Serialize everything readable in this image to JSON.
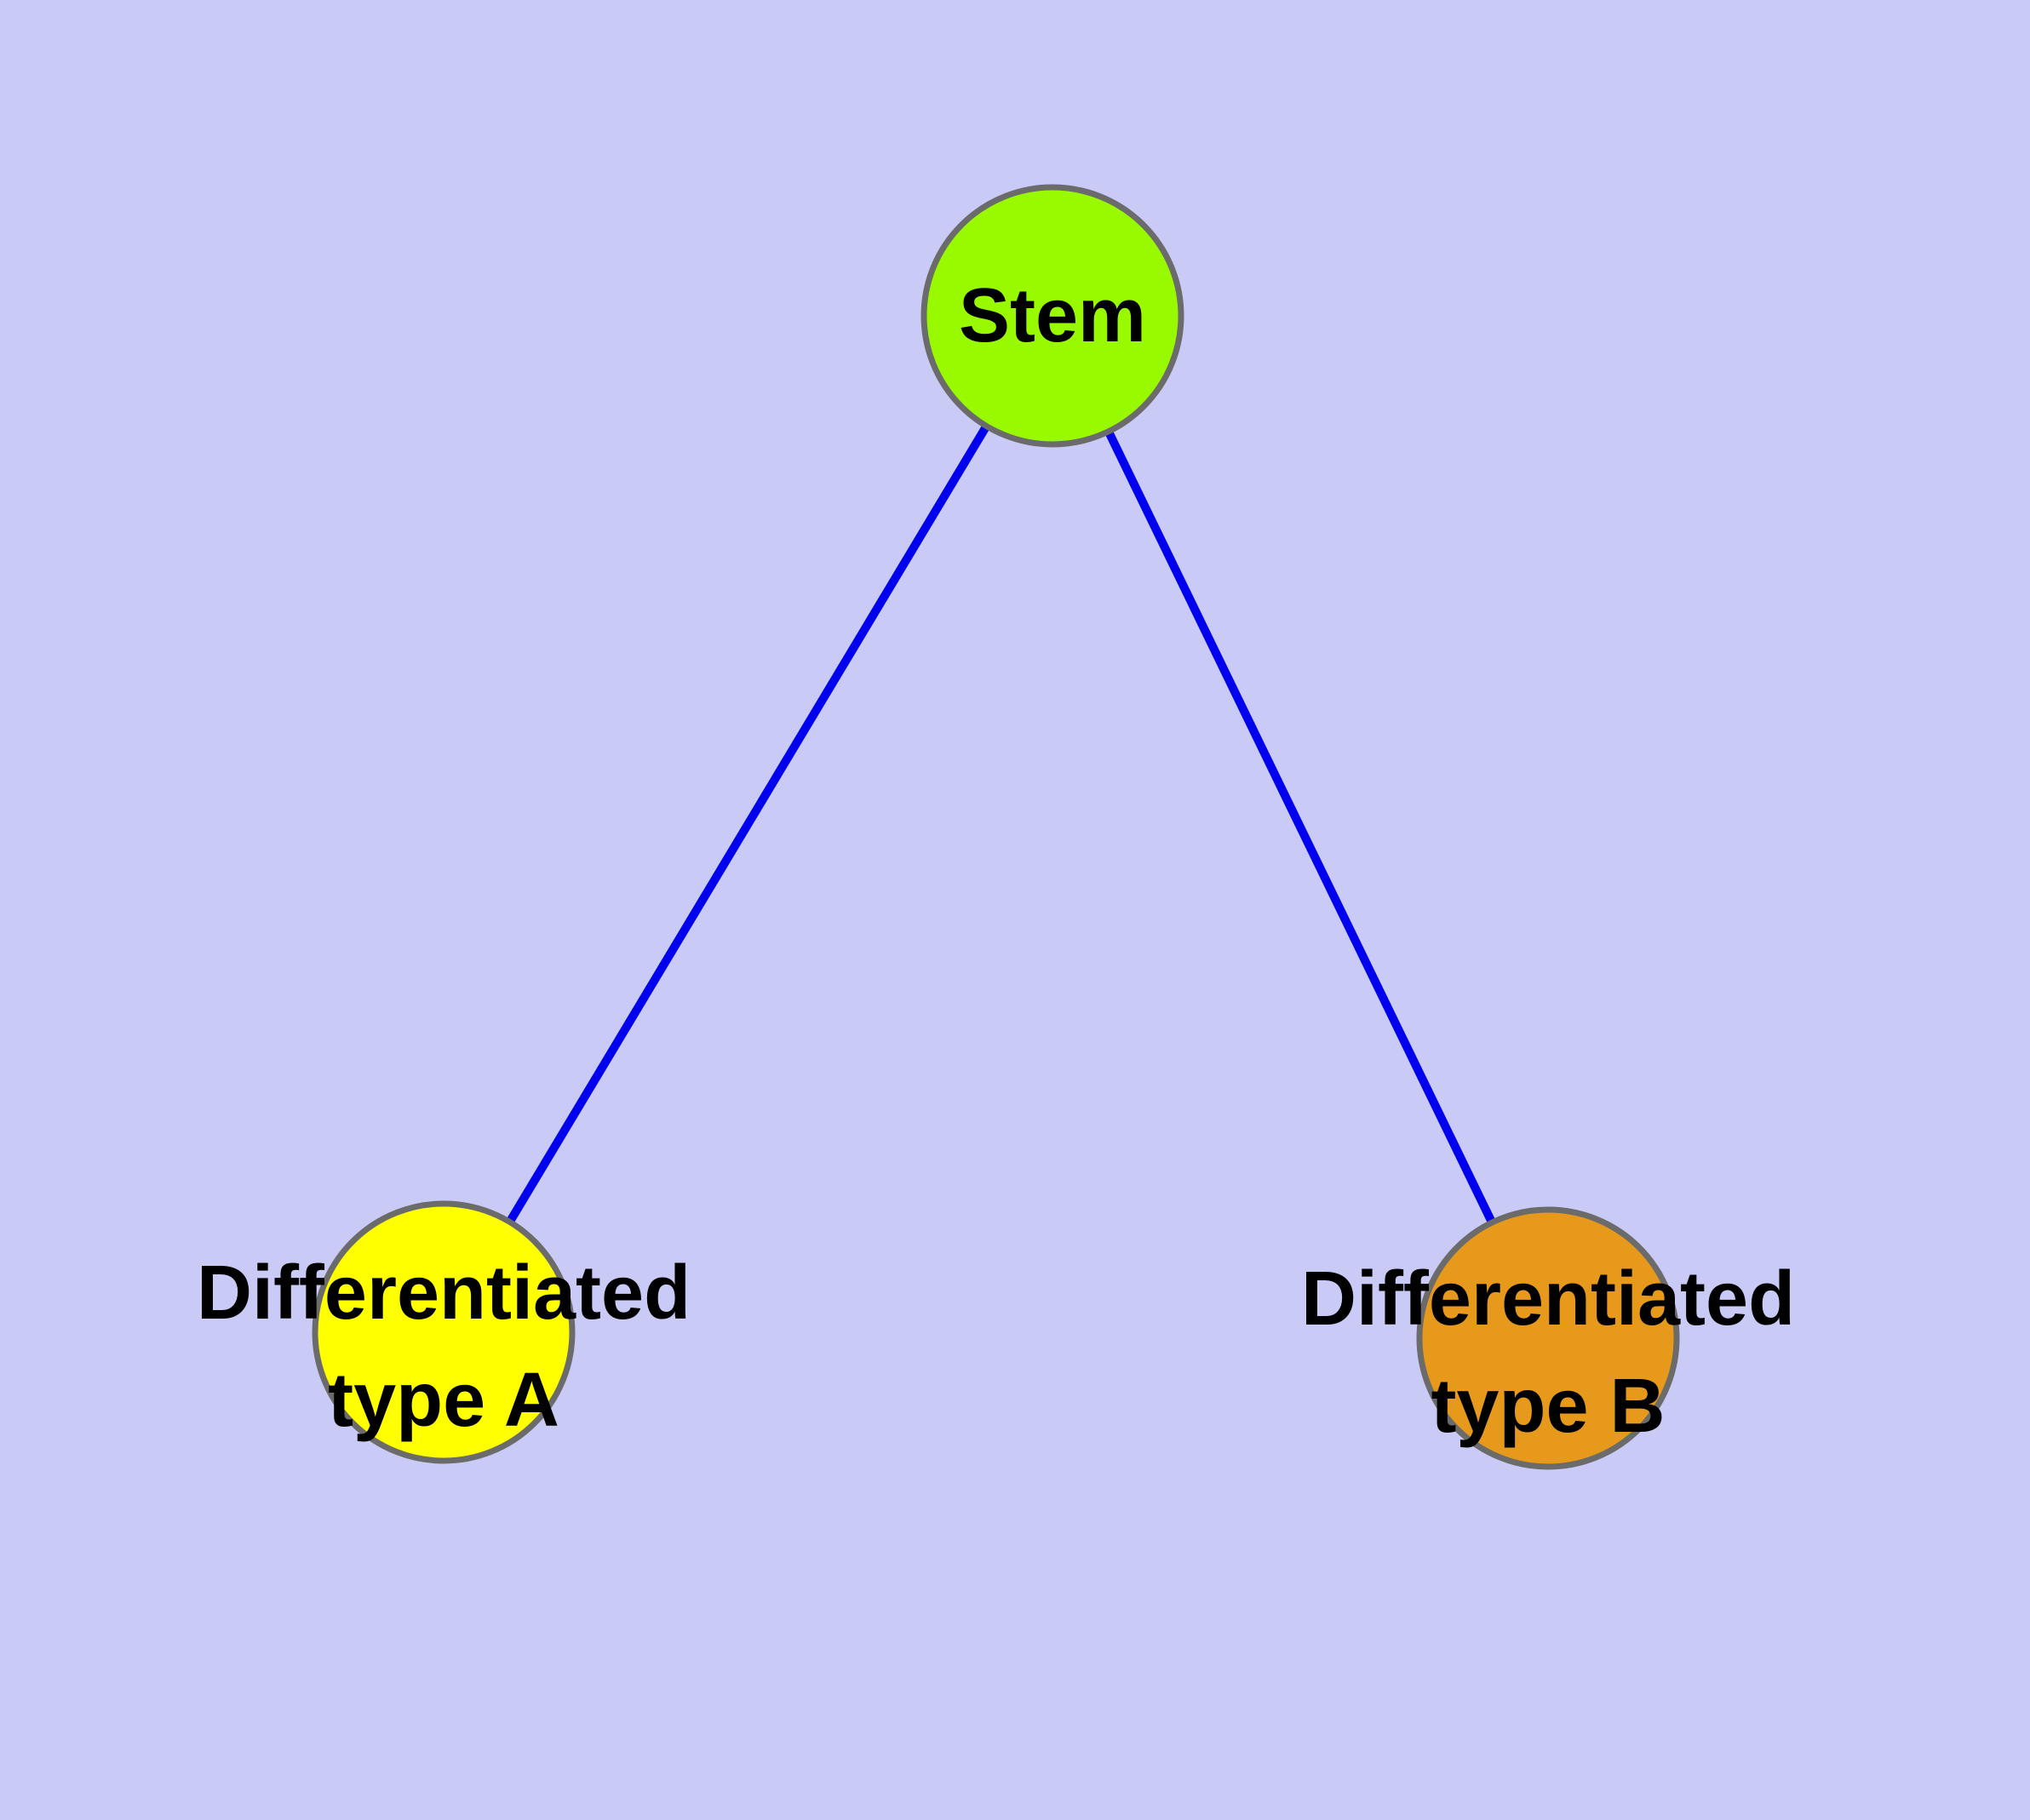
{
  "diagram": {
    "type": "graph",
    "background_color": "#CACAF6",
    "edge_color": "#0000EE",
    "node_border_color": "#6B6B6B",
    "label_color": "#000000",
    "nodes": [
      {
        "id": "stem",
        "label": "Stem",
        "fill_color": "#99FA00"
      },
      {
        "id": "differentiated-type-a",
        "label_line1": "Differentiated",
        "label_line2": "type A",
        "fill_color": "#FFFF00"
      },
      {
        "id": "differentiated-type-b",
        "label_line1": "Differentiated",
        "label_line2": "type B",
        "fill_color": "#E6991A"
      }
    ],
    "edges": [
      {
        "from": "Stem",
        "to": "Differentiated type A"
      },
      {
        "from": "Stem",
        "to": "Differentiated type B"
      }
    ]
  }
}
